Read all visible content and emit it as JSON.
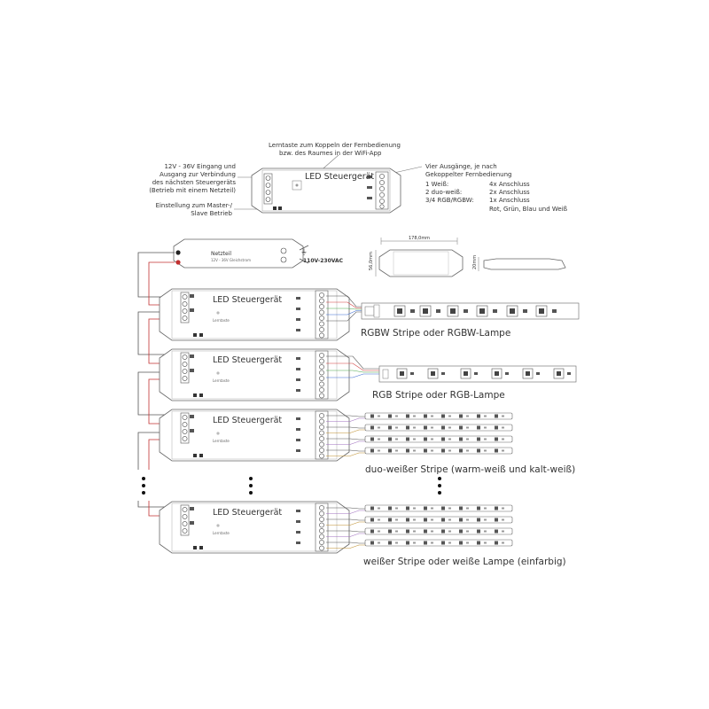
{
  "top_annotations": {
    "learn_key_line1": "Lerntaste zum Koppeln der Fernbedienung",
    "learn_key_line2": "bzw. des Raumes in der WiFi-App",
    "input_line1": "12V - 36V Eingang und",
    "input_line2": "Ausgang zur Verbindung",
    "input_line3": "des nächsten Steuergeräts",
    "input_line4": "(Betrieb mit einem Netzteil)",
    "master_line1": "Einstellung zum Master-/",
    "master_line2": "Slave Betrieb",
    "outputs_line1": "Vier Ausgänge, je nach",
    "outputs_line2": "Gekoppelter Fernbedienung",
    "mode1_name": "1 Weiß:",
    "mode1_value": "4x Anschluss",
    "mode2_name": "2 duo-weiß:",
    "mode2_value": "2x Anschluss",
    "mode3_name": "3/4 RGB/RGBW:",
    "mode3_value": "1x Anschluss",
    "mode3_detail": "Rot, Grün, Blau und Weiß"
  },
  "controller_label": "LED Steuergerät",
  "learn_key_small": "Lerntaste",
  "power_supply": {
    "title": "Netzteil",
    "subtitle": "12V - 36V Gleichstrom",
    "mains": "110V-230VAC"
  },
  "dimensions": {
    "length": "178,0mm",
    "height": "56,0mm",
    "depth": "20mm"
  },
  "captions": {
    "rgbw": "RGBW Stripe oder RGBW-Lampe",
    "rgb": "RGB Stripe oder RGB-Lampe",
    "duo": "duo-weißer Stripe (warm-weiß und kalt-weiß)",
    "white": "weißer Stripe oder weiße Lampe (einfarbig)"
  },
  "colors": {
    "red": "#d23a3a",
    "green": "#4aa84a",
    "blue": "#3a6ad2",
    "line": "#555555",
    "box_fill": "#ffffff",
    "box_stroke": "#666666"
  }
}
